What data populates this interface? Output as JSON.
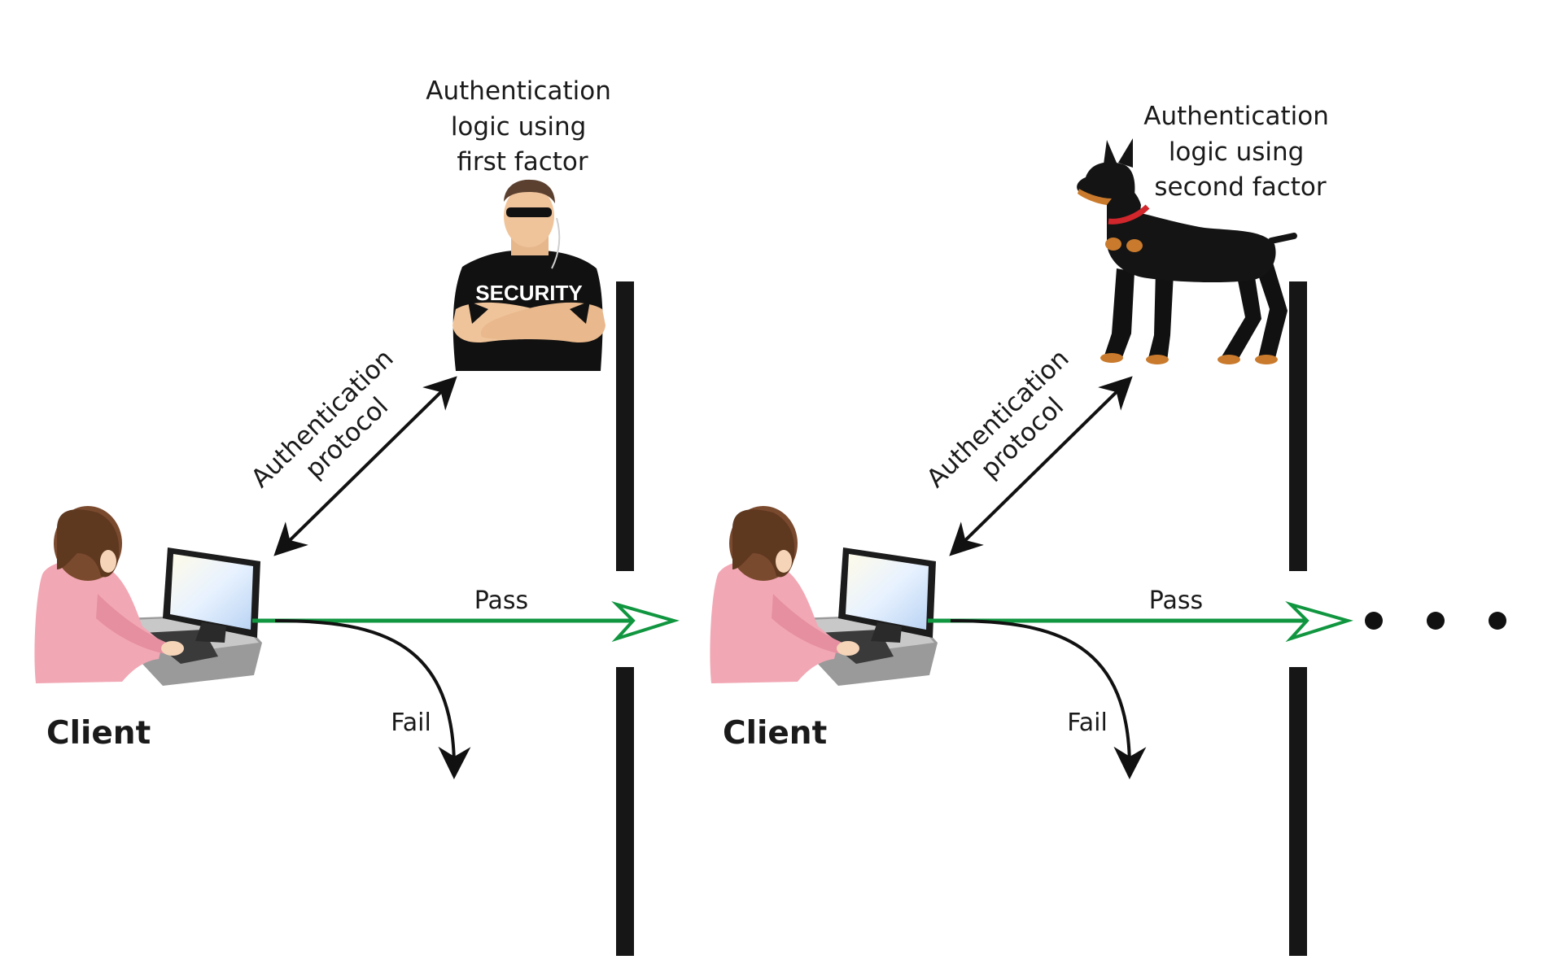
{
  "stage1": {
    "client_label": "Client",
    "guard_label_lines": [
      "Authentication",
      "logic using",
      "first factor"
    ],
    "guard_shirt_text": "SECURITY",
    "protocol_lines": [
      "Authentication",
      "protocol"
    ],
    "pass_label": "Pass",
    "fail_label": "Fail"
  },
  "stage2": {
    "client_label": "Client",
    "dog_label_lines": [
      "Authentication",
      "logic using",
      "second factor"
    ],
    "protocol_lines": [
      "Authentication",
      "protocol"
    ],
    "pass_label": "Pass",
    "fail_label": "Fail"
  },
  "colors": {
    "pass_arrow": "#119640",
    "arrow": "#111111",
    "barrier": "#161616",
    "client_shirt": "#f2a7b4",
    "client_hair": "#7a4a2e"
  },
  "icons": {
    "guard": "security-guard-icon",
    "dog": "guard-dog-icon",
    "client": "person-at-computer-icon",
    "continuation": "ellipsis-dots-icon"
  }
}
